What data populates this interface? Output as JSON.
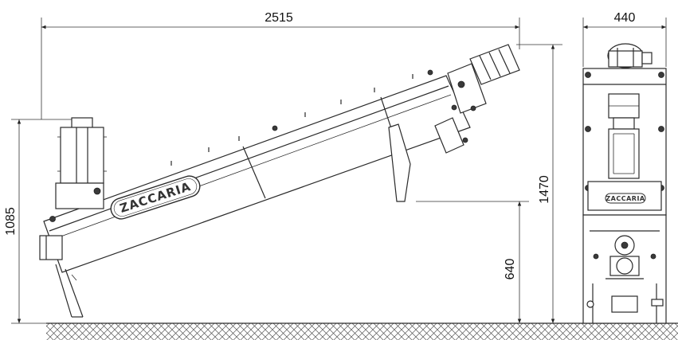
{
  "drawing": {
    "brand_logo": "ZACCARIA",
    "dimensions": {
      "overall_length": "2515",
      "width": "440",
      "inlet_height": "1085",
      "overall_height": "1470",
      "discharge_height": "640"
    },
    "colors": {
      "line": "#2a2a2a",
      "background": "#ffffff",
      "ground_hatch": "#555555"
    }
  }
}
